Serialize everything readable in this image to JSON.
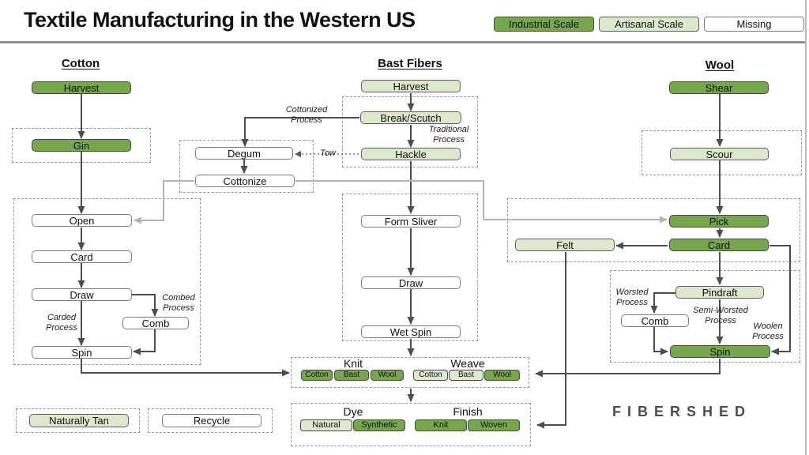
{
  "title": "Textile Manufacturing in the Western US",
  "legend": {
    "items": [
      {
        "label": "Industrial Scale",
        "type": "industrial"
      },
      {
        "label": "Artisanal Scale",
        "type": "artisanal"
      },
      {
        "label": "Missing",
        "type": "missing"
      }
    ]
  },
  "colors": {
    "industrial": "#76a74b",
    "artisanal": "#dce9cd",
    "missing": "#ffffff",
    "dark_arrow": "#4d4d4d",
    "gray_arrow": "#b4b4b4"
  },
  "columns": {
    "cotton": {
      "header": "Cotton",
      "nodes": {
        "harvest": {
          "label": "Harvest",
          "type": "industrial"
        },
        "gin": {
          "label": "Gin",
          "type": "industrial"
        },
        "open": {
          "label": "Open",
          "type": "missing"
        },
        "card": {
          "label": "Card",
          "type": "missing"
        },
        "draw": {
          "label": "Draw",
          "type": "missing"
        },
        "comb": {
          "label": "Comb",
          "type": "missing"
        },
        "spin": {
          "label": "Spin",
          "type": "missing"
        }
      },
      "labels": {
        "carded": "Carded Process",
        "combed": "Combed Process"
      }
    },
    "bast": {
      "header": "Bast Fibers",
      "nodes": {
        "harvest": {
          "label": "Harvest",
          "type": "artisanal"
        },
        "break_scutch": {
          "label": "Break/Scutch",
          "type": "artisanal"
        },
        "hackle": {
          "label": "Hackle",
          "type": "artisanal"
        },
        "degum": {
          "label": "Degum",
          "type": "missing"
        },
        "cottonize": {
          "label": "Cottonize",
          "type": "missing"
        },
        "form_sliver": {
          "label": "Form Sliver",
          "type": "missing"
        },
        "draw": {
          "label": "Draw",
          "type": "missing"
        },
        "wet_spin": {
          "label": "Wet Spin",
          "type": "missing"
        }
      },
      "labels": {
        "cottonized": "Cottonized Process",
        "traditional": "Traditional Process",
        "tow": "Tow"
      }
    },
    "wool": {
      "header": "Wool",
      "nodes": {
        "shear": {
          "label": "Shear",
          "type": "industrial"
        },
        "scour": {
          "label": "Scour",
          "type": "artisanal"
        },
        "pick": {
          "label": "Pick",
          "type": "industrial"
        },
        "card": {
          "label": "Card",
          "type": "industrial"
        },
        "felt": {
          "label": "Felt",
          "type": "artisanal"
        },
        "pindraft": {
          "label": "Pindraft",
          "type": "artisanal"
        },
        "comb": {
          "label": "Comb",
          "type": "missing"
        },
        "spin": {
          "label": "Spin",
          "type": "industrial"
        }
      },
      "labels": {
        "worsted": "Worsted Process",
        "semi_worsted": "Semi-Worsted Process",
        "woolen": "Woolen Process"
      }
    }
  },
  "outputs": {
    "knit": {
      "label": "Knit",
      "items": [
        {
          "label": "Cotton",
          "type": "industrial"
        },
        {
          "label": "Bast",
          "type": "industrial"
        },
        {
          "label": "Wool",
          "type": "industrial"
        }
      ]
    },
    "weave": {
      "label": "Weave",
      "items": [
        {
          "label": "Cotton",
          "type": "artisanal"
        },
        {
          "label": "Bast",
          "type": "artisanal"
        },
        {
          "label": "Wool",
          "type": "industrial"
        }
      ]
    },
    "dye": {
      "label": "Dye",
      "items": [
        {
          "label": "Natural",
          "type": "artisanal"
        },
        {
          "label": "Synthetic",
          "type": "industrial"
        }
      ]
    },
    "finish": {
      "label": "Finish",
      "items": [
        {
          "label": "Knit",
          "type": "industrial"
        },
        {
          "label": "Woven",
          "type": "industrial"
        }
      ]
    }
  },
  "extras": {
    "naturally_tan": {
      "label": "Naturally Tan",
      "type": "artisanal"
    },
    "recycle": {
      "label": "Recycle",
      "type": "missing"
    }
  },
  "logo": "FIBERSHED"
}
